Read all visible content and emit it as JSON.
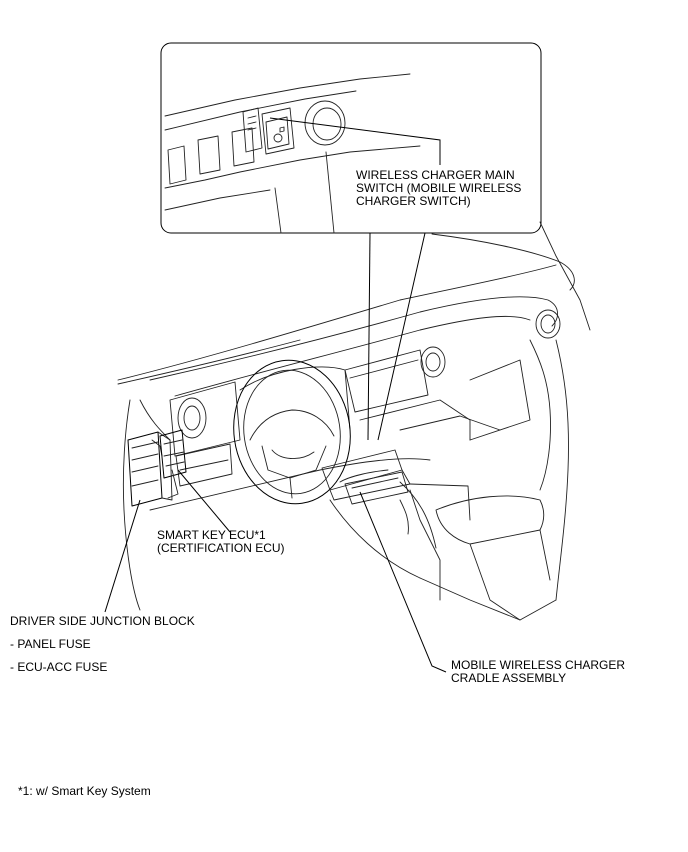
{
  "labels": {
    "switch_line1": "WIRELESS CHARGER MAIN",
    "switch_line2": "SWITCH (MOBILE WIRELESS",
    "switch_line3": "CHARGER SWITCH)",
    "ecu_line1": "SMART KEY ECU*1",
    "ecu_line2": "(CERTIFICATION  ECU)",
    "junction_title": "DRIVER SIDE JUNCTION BLOCK",
    "junction_item1": "- PANEL FUSE",
    "junction_item2": "- ECU-ACC FUSE",
    "cradle_line1": "MOBILE WIRELESS CHARGER",
    "cradle_line2": "CRADLE ASSEMBLY",
    "footnote": "*1: w/ Smart Key System"
  }
}
